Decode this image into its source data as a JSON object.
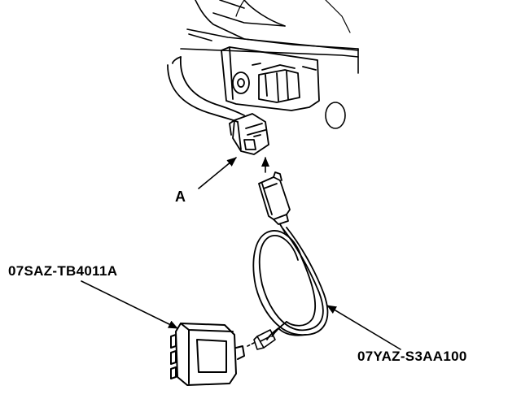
{
  "callouts": {
    "connector_a": "A",
    "programmer_part_number": "07SAZ-TB4011A",
    "cable_part_number": "07YAZ-S3AA100"
  },
  "colors": {
    "ink": "#000000",
    "paper": "#ffffff"
  },
  "icons": {
    "arrow": "arrow-icon"
  }
}
